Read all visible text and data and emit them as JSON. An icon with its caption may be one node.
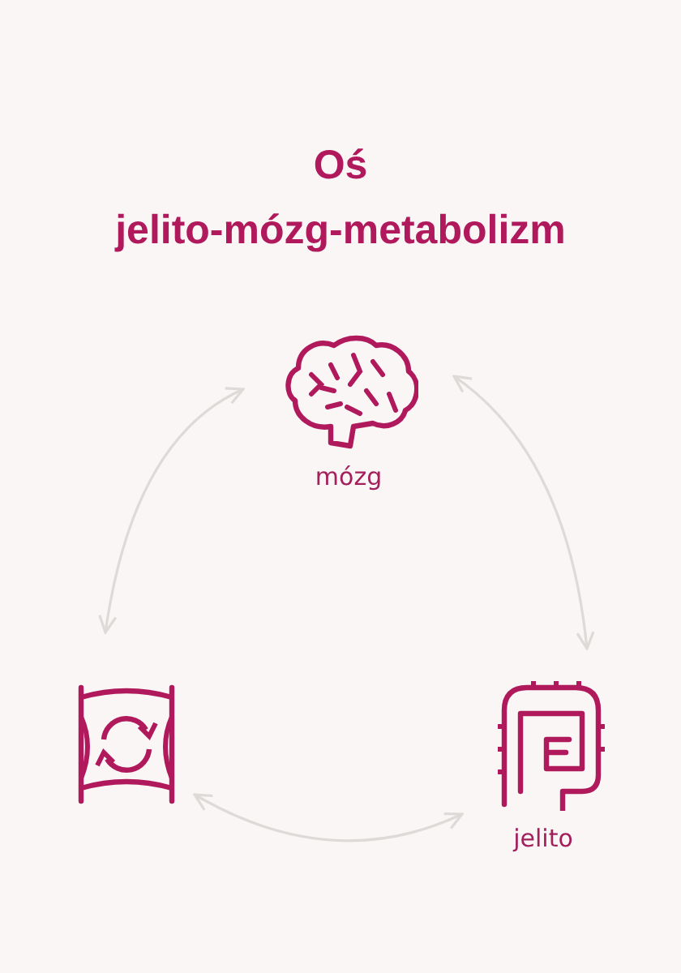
{
  "diagram": {
    "title": "Oś jelito-mózg-metabolizm",
    "nodes": [
      {
        "text": [
          "mózg"
        ]
      },
      {
        "text": [],
        "shape": "picture"
      },
      {
        "text": [
          "jelito"
        ]
      }
    ],
    "edges": [
      {
        "from": 0,
        "to": 1,
        "arrow": "both"
      },
      {
        "from": 0,
        "to": 2,
        "arrow": "both"
      },
      {
        "from": 1,
        "to": 2,
        "arrow": "both"
      }
    ]
  }
}
